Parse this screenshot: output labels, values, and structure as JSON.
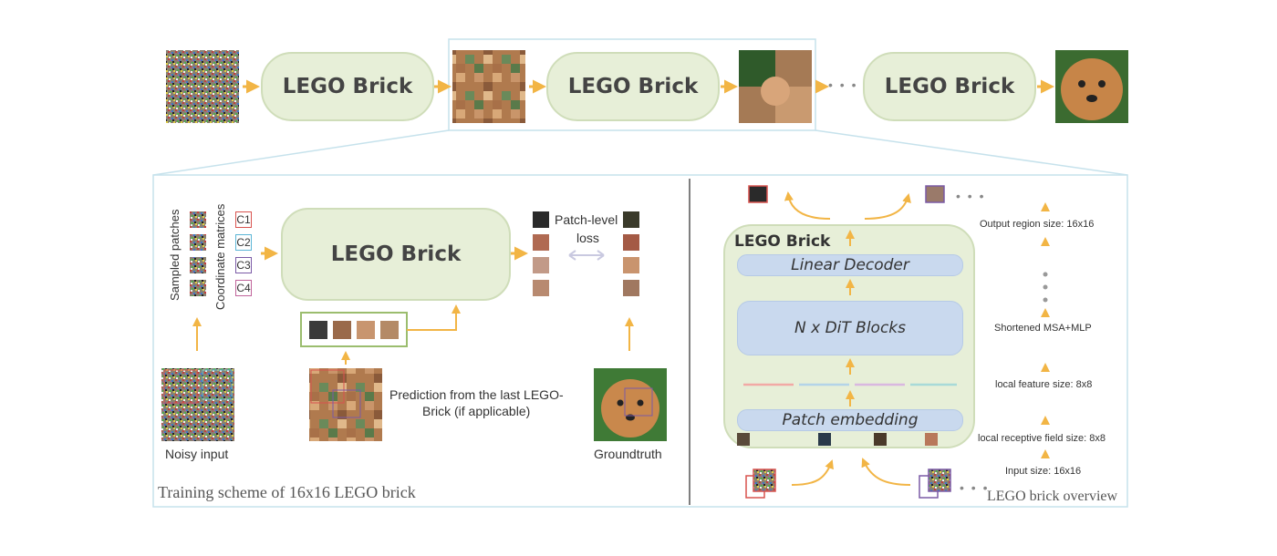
{
  "pipeline": {
    "brick_label_1": "LEGO Brick",
    "brick_label_2": "LEGO Brick",
    "brick_label_3": "LEGO Brick",
    "ellipsis": "• • •"
  },
  "training": {
    "caption": "Training scheme of 16x16 LEGO brick",
    "sampled_patches_label": "Sampled patches",
    "coordinate_matrices_label": "Coordinate matrices",
    "coords": [
      "C1",
      "C2",
      "C3",
      "C4"
    ],
    "brick_label": "LEGO Brick",
    "patch_loss_label_1": "Patch-level",
    "patch_loss_label_2": "loss",
    "noisy_input_label": "Noisy input",
    "prediction_label_1": "Prediction from the last LEGO-",
    "prediction_label_2": "Brick (if applicable)",
    "groundtruth_label": "Groundtruth"
  },
  "overview": {
    "caption": "LEGO brick overview",
    "brick_title": "LEGO Brick",
    "linear_decoder": "Linear Decoder",
    "dit_blocks": "N x DiT Blocks",
    "patch_embedding": "Patch embedding",
    "output_region": "Output region size: 16x16",
    "shortened_msa": "Shortened MSA+MLP",
    "local_feature": "local feature size: 8x8",
    "local_receptive": "local receptive field size: 8x8",
    "input_size": "Input size: 16x16",
    "ellipsis": "• • •"
  },
  "colors": {
    "arrow": "#f2b545",
    "brick_fill": "#e7efd8",
    "panel_border": "#c6e2ec",
    "layer_fill": "#c9d9ee",
    "coord_c1": "#d9534f",
    "coord_c2": "#5bb5d6",
    "coord_c3": "#7a5aa6",
    "coord_c4": "#c0639a"
  }
}
